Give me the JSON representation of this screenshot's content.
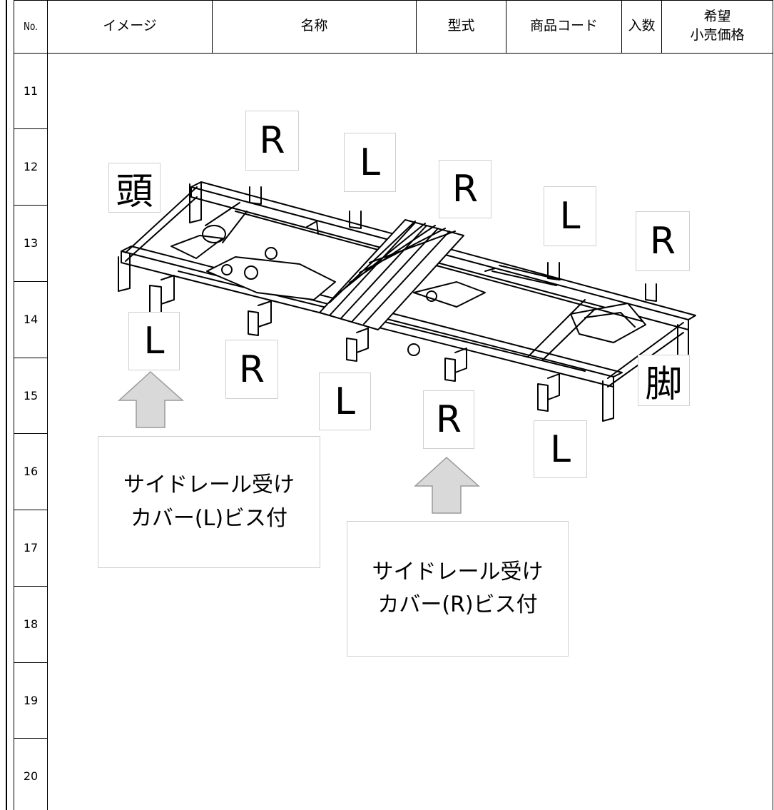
{
  "header": {
    "no": "No.",
    "image": "イメージ",
    "name": "名称",
    "model": "型式",
    "product_code": "商品コード",
    "quantity": "入数",
    "price_line1": "希望",
    "price_line2": "小売価格"
  },
  "rows": [
    "11",
    "12",
    "13",
    "14",
    "15",
    "16",
    "17",
    "18",
    "19",
    "20"
  ],
  "figure": {
    "head_label": "頭",
    "foot_label": "脚",
    "side_labels": [
      "R",
      "L",
      "R",
      "L",
      "R",
      "L",
      "R",
      "L",
      "R",
      "L"
    ],
    "callout_left": {
      "line1": "サイドレール受け",
      "line2": "カバー(L)ビス付"
    },
    "callout_right": {
      "line1": "サイドレール受け",
      "line2": "カバー(R)ビス付"
    }
  },
  "colors": {
    "arrow_fill": "#d9d9d9",
    "arrow_stroke": "#9a9a9a",
    "label_border": "#cfcfcf"
  }
}
